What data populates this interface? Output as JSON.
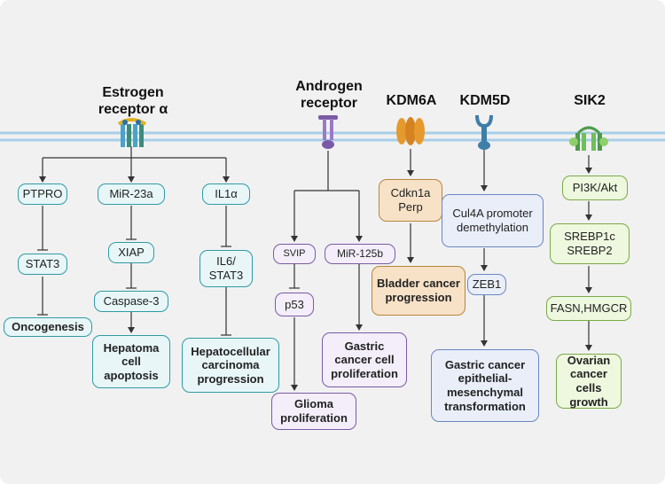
{
  "headers": {
    "estrogen": "Estrogen receptor α",
    "androgen": "Androgen receptor",
    "kdm6a": "KDM6A",
    "kdm5d": "KDM5D",
    "sik2": "SIK2"
  },
  "nodes": {
    "ptpro": "PTPRO",
    "stat3": "STAT3",
    "oncogenesis": "Oncogenesis",
    "mir23a": "MiR-23a",
    "xiap": "XIAP",
    "caspase3": "Caspase-3",
    "hepatoma": "Hepatoma cell apoptosis",
    "il1a": "IL1α",
    "il6stat3": "IL6/ STAT3",
    "hcc": "Hepatocellular carcinoma progression",
    "svip": "SVIP",
    "p53": "p53",
    "glioma": "Glioma proliferation",
    "mir125b": "MiR-125b",
    "gastric_prolif": "Gastric cancer cell proliferation",
    "cdkn1a": "Cdkn1a Perp",
    "bladder": "Bladder cancer progression",
    "cul4a": "Cul4A promoter demethylation",
    "zeb1": "ZEB1",
    "gastric_emt": "Gastric cancer epithelial-mesenchymal transformation",
    "pi3k": "PI3K/Akt",
    "srebp": "SREBP1c SREBP2",
    "fasn": "FASN,HMGCR",
    "ovarian": "Ovarian cancer cells growth"
  },
  "colors": {
    "membrane": "#a9cfe9",
    "cyan": "#2f9aa6",
    "purple": "#7a5aa6",
    "orange": "#b8843c",
    "blue": "#6a86c4",
    "green": "#7aaa46"
  }
}
